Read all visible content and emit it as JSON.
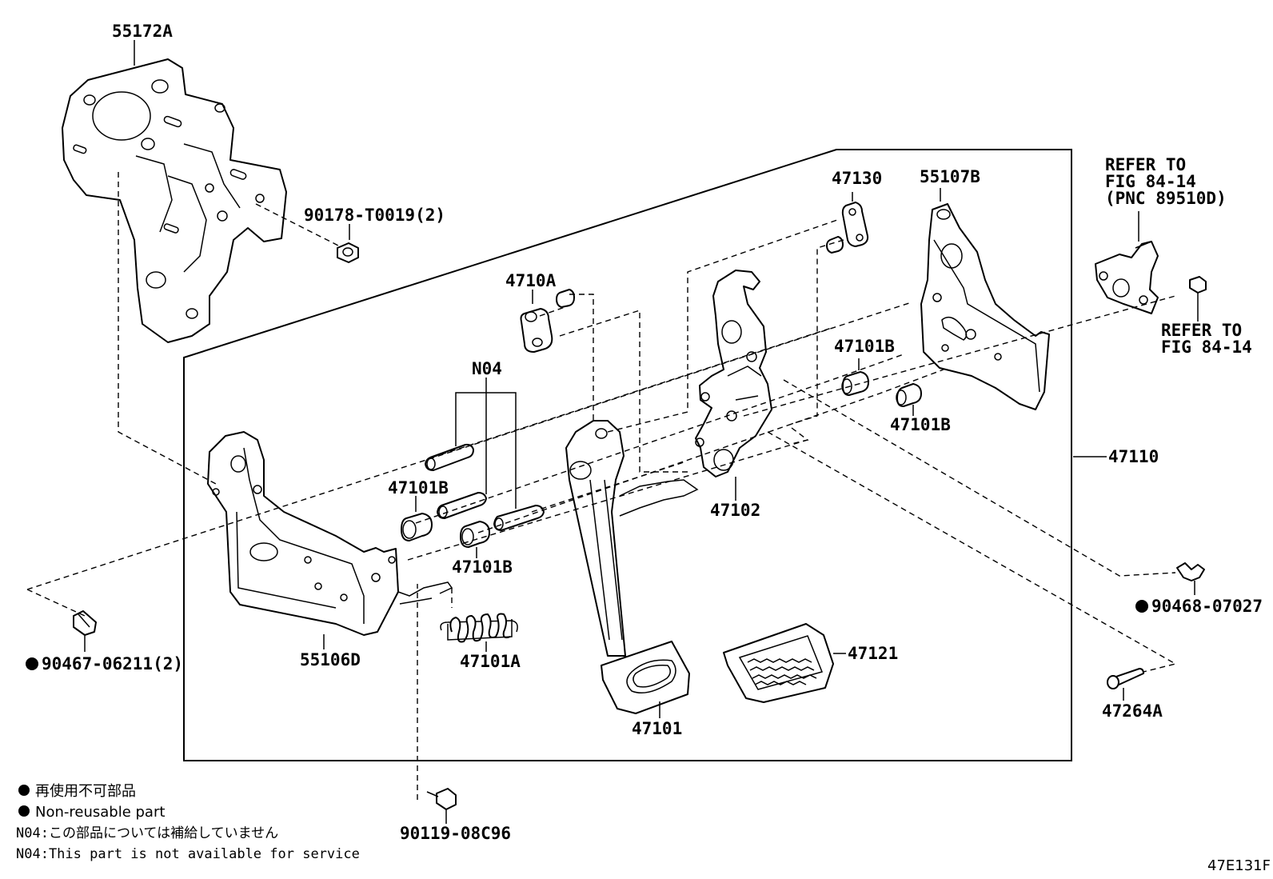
{
  "labels": {
    "p55172A": "55172A",
    "p90178": "90178-T0019(2)",
    "p47130": "47130",
    "p55107B": "55107B",
    "refer1_l1": "REFER TO",
    "refer1_l2": "FIG 84-14",
    "refer1_l3": "(PNC 89510D)",
    "refer2_l1": "REFER TO",
    "refer2_l2": "FIG 84-14",
    "p4710A": "4710A",
    "pN04": "N04",
    "p47101B_a": "47101B",
    "p47101B_b": "47101B",
    "p47101B_c": "47101B",
    "p47101B_d": "47101B",
    "p47110": "47110",
    "p47102": "47102",
    "p90468": "90468-07027",
    "p90467": "90467-06211(2)",
    "p55106D": "55106D",
    "p47101A": "47101A",
    "p47121": "47121",
    "p47101": "47101",
    "p47264A": "47264A",
    "p90119": "90119-08C96"
  },
  "legend": {
    "jp_nonreusable": "再使用不可部品",
    "en_nonreusable": "Non-reusable part",
    "jp_n04": "N04:この部品については補給していません",
    "en_n04": "N04:This part is not available for service"
  },
  "figure_code": "47E131F"
}
